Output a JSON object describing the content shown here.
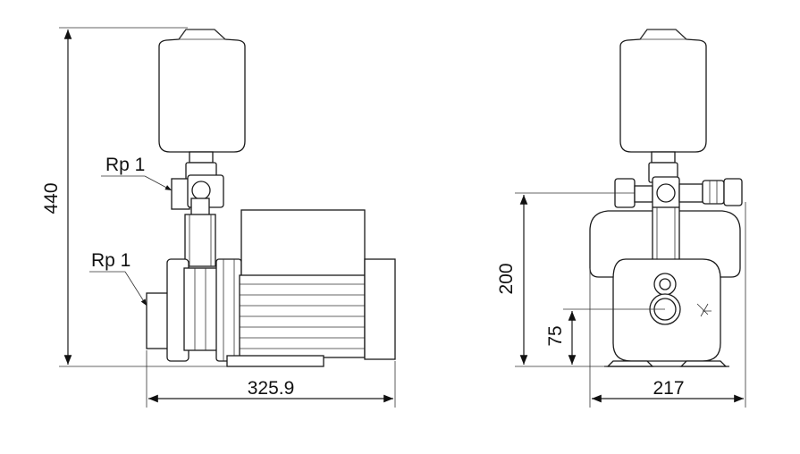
{
  "side_view": {
    "height_dimension": "440",
    "length_dimension": "325.9",
    "outlet_label": "Rp 1",
    "inlet_label": "Rp 1"
  },
  "front_view": {
    "height_dimension": "200",
    "inlet_height_dimension": "75",
    "width_dimension": "217"
  }
}
